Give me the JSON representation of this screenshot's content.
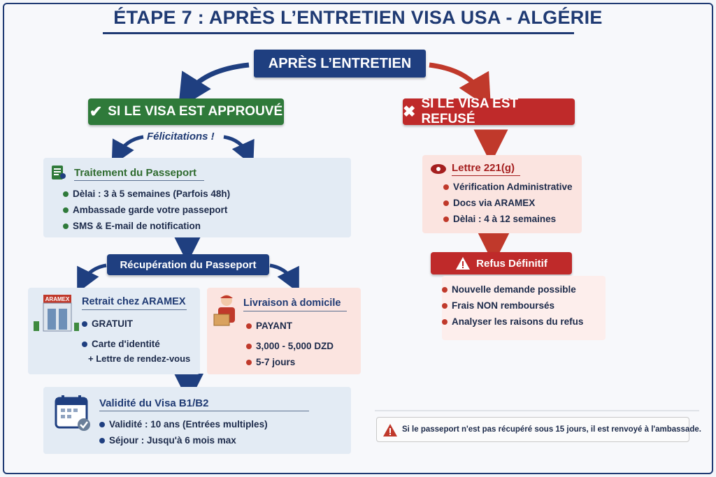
{
  "title": "ÉTAPE 7 : APRÈS L’ENTRETIEN VISA USA - ALGÉRIE",
  "top_box": "APRÈS L’ENTRETIEN",
  "approved": {
    "label": "SI LE VISA EST APPROUVÉ",
    "congrats": "Félicitations !",
    "processing": {
      "title": "Traitement du Passeport",
      "items": [
        "Dèlai : 3 à 5 semaines (Parfois 48h)",
        "Ambassade garde votre passeport",
        "SMS & E-mail de notification"
      ]
    },
    "recovery": "Récupération du Passeport",
    "aramex": {
      "sign": "ARAMEX",
      "title": "Retrait chez ARAMEX",
      "items": [
        "GRATUIT",
        "Carte d'identité"
      ],
      "note": "+ Lettre de rendez-vous"
    },
    "delivery": {
      "title": "Livraison à domicile",
      "items": [
        "PAYANT",
        "3,000 - 5,000 DZD",
        "5-7 jours"
      ]
    },
    "validity": {
      "title": "Validité du Visa B1/B2",
      "items": [
        "Validité : 10 ans (Entrées multiples)",
        "Séjour : Jusqu'à 6 mois max"
      ]
    }
  },
  "refused": {
    "label": "SI LE VISA EST REFUSÉ",
    "letter": {
      "title": "Lettre 221(g)",
      "items": [
        "Vérification Administrative",
        "Docs via ARAMEX",
        "Dèlai : 4 à 12 semaines"
      ]
    },
    "final": {
      "title": "Refus Définitif",
      "items": [
        "Nouvelle demande possible",
        "Frais NON remboursés",
        "Analyser les raisons du refus"
      ]
    }
  },
  "notice": "Si le passeport n'est pas récupéré sous 15 jours, il est renvoyé à l'ambassade.",
  "colors": {
    "navy": "#1f3f80",
    "green": "#2f7a3a",
    "red": "#bf2a2a"
  }
}
